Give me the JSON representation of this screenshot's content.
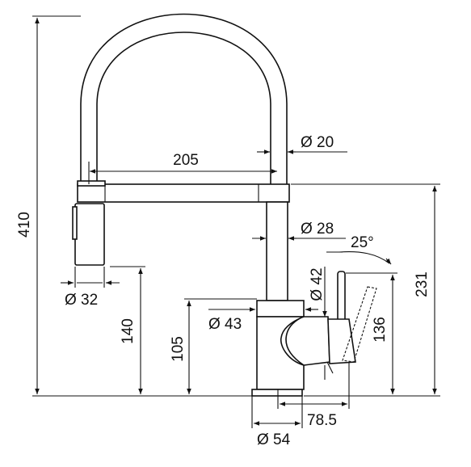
{
  "dimensions": {
    "total_height": "410",
    "spout_reach": "205",
    "spout_tube_diameter": "Ø 20",
    "body_diameter": "Ø 28",
    "handle_angle": "25°",
    "handle_diameter": "Ø 42",
    "spray_head_diameter": "Ø 32",
    "base_diameter_43": "Ø 43",
    "spray_height": "140",
    "handle_base_height": "105",
    "handle_height": "136",
    "spout_height": "231",
    "handle_offset": "78.5",
    "base_diameter_54": "Ø 54"
  }
}
